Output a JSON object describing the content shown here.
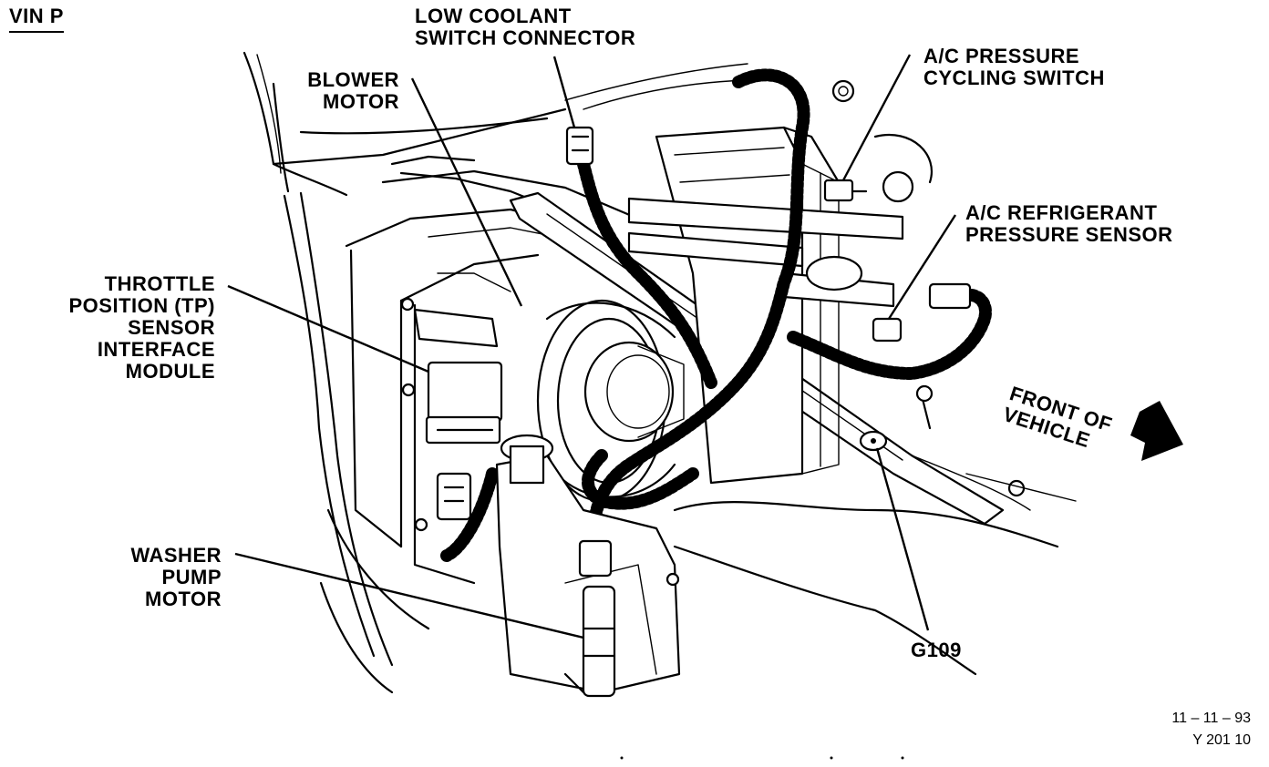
{
  "figure": {
    "header": "VIN P",
    "date": "11 – 11 – 93",
    "code": "Y 201 10"
  },
  "labels": {
    "low_coolant": [
      "LOW COOLANT",
      "SWITCH CONNECTOR"
    ],
    "blower_motor": [
      "BLOWER",
      "MOTOR"
    ],
    "ac_cycling": [
      "A/C PRESSURE",
      "CYCLING SWITCH"
    ],
    "ac_refrigerant": [
      "A/C REFRIGERANT",
      "PRESSURE SENSOR"
    ],
    "tp_module": [
      "THROTTLE",
      "POSITION (TP)",
      "SENSOR",
      "INTERFACE",
      "MODULE"
    ],
    "washer_pump": [
      "WASHER",
      "PUMP",
      "MOTOR"
    ],
    "ground": "G109",
    "front": [
      "FRONT OF",
      "VEHICLE"
    ]
  }
}
